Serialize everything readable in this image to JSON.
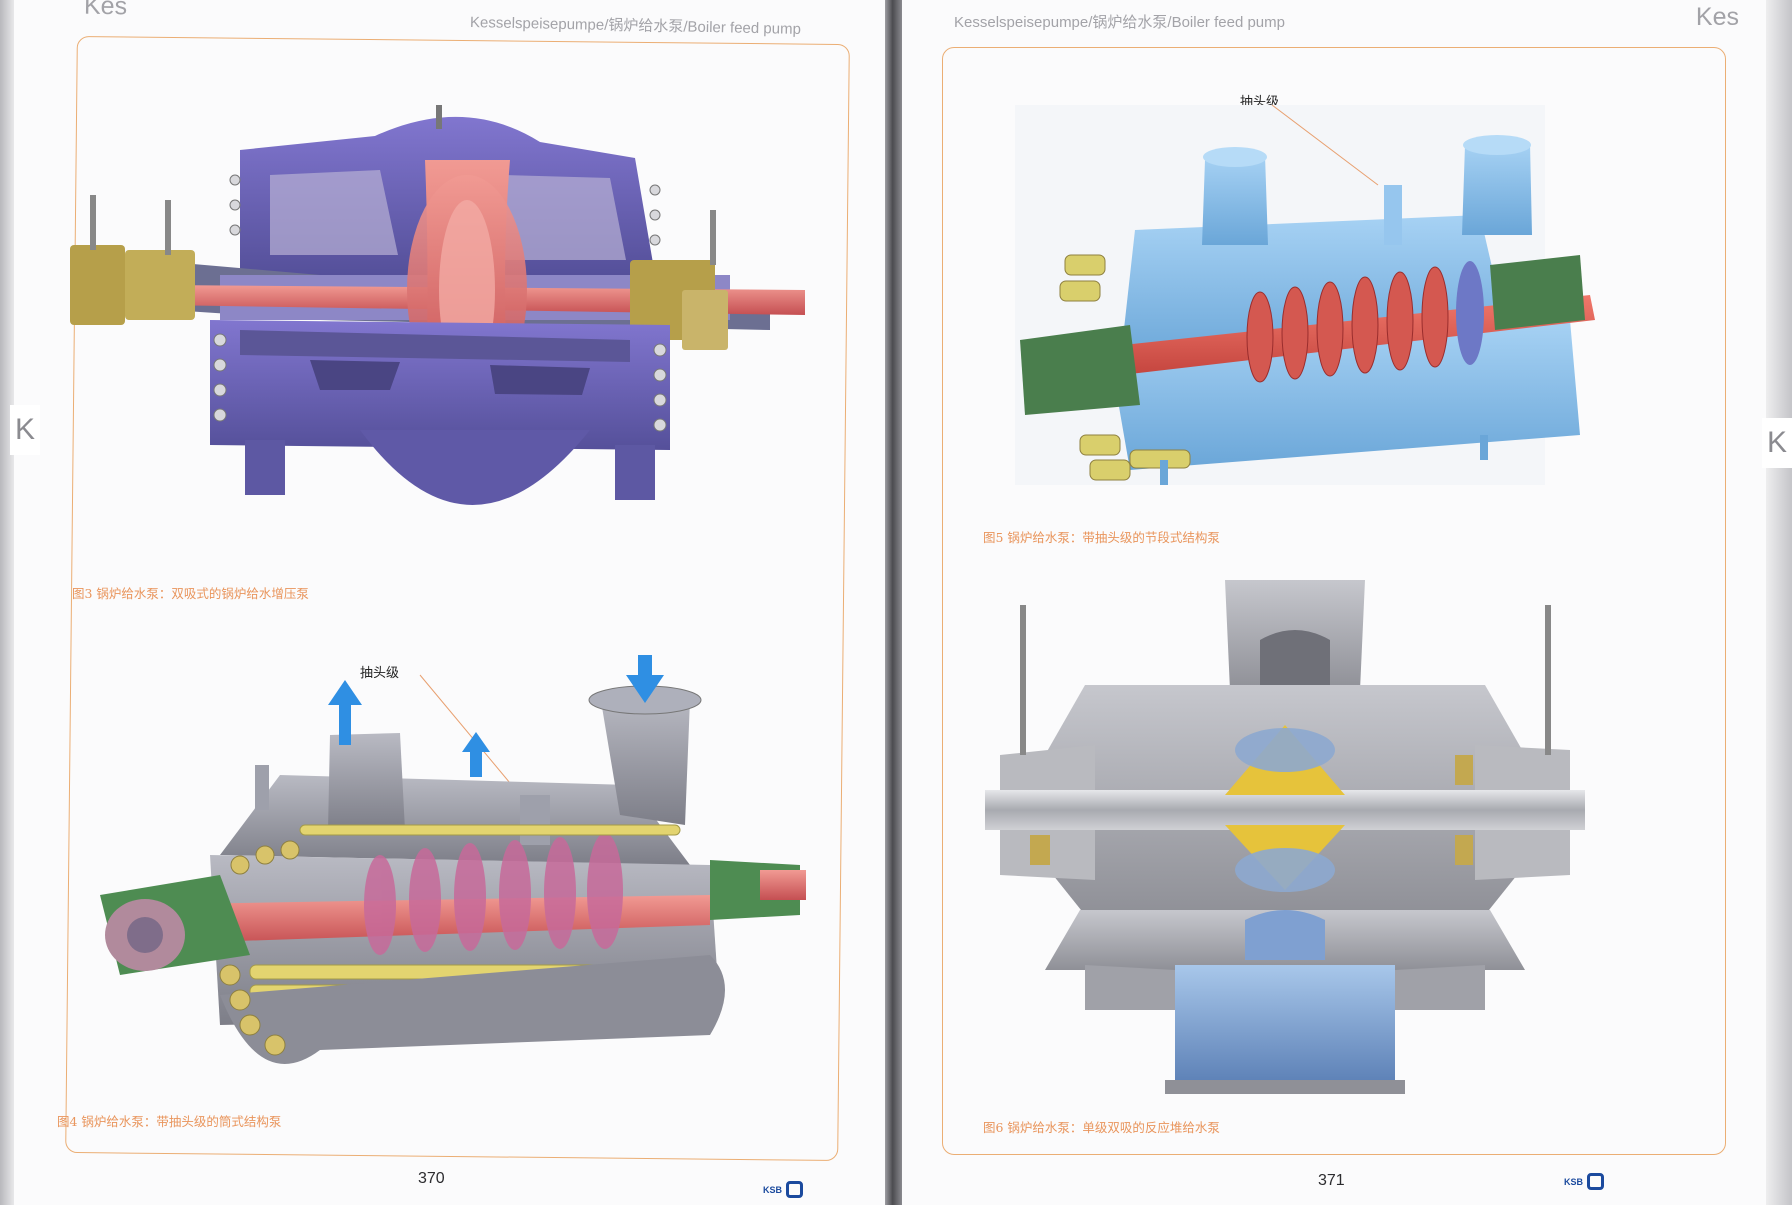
{
  "spread": {
    "left_page": {
      "brand_mark": "Kes",
      "running_header": "Kesselspeisepumpe/锅炉给水泵/Boiler feed pump",
      "section_tab": "K",
      "figure_3_caption": "图3 锅炉给水泵：双吸式的锅炉给水增压泵",
      "figure_4_label": "抽头级",
      "figure_4_caption": "图4 锅炉给水泵：带抽头级的筒式结构泵",
      "page_number": "370",
      "footer_logo_text": "KSB"
    },
    "right_page": {
      "brand_mark": "Kes",
      "running_header": "Kesselspeisepumpe/锅炉给水泵/Boiler feed pump",
      "section_tab": "K",
      "figure_5_label": "抽头级",
      "figure_5_caption": "图5 锅炉给水泵：带抽头级的节段式结构泵",
      "figure_6_caption": "图6 锅炉给水泵：单级双吸的反应堆给水泵",
      "page_number": "371",
      "footer_logo_text": "KSB"
    }
  },
  "colors": {
    "frame": "#ebae74",
    "caption": "#e9955c",
    "casing_purple": "#6f66b8",
    "casing_blue": "#88bce6",
    "casing_grey": "#9d9da6",
    "shaft_red": "#e06b6b",
    "bearing_olive": "#b79f45",
    "tie_rod_yellow": "#e2d26b",
    "seal_green": "#4c8a4f",
    "impeller_gold": "#e6c33b",
    "arrow_blue": "#2f8fe3"
  }
}
